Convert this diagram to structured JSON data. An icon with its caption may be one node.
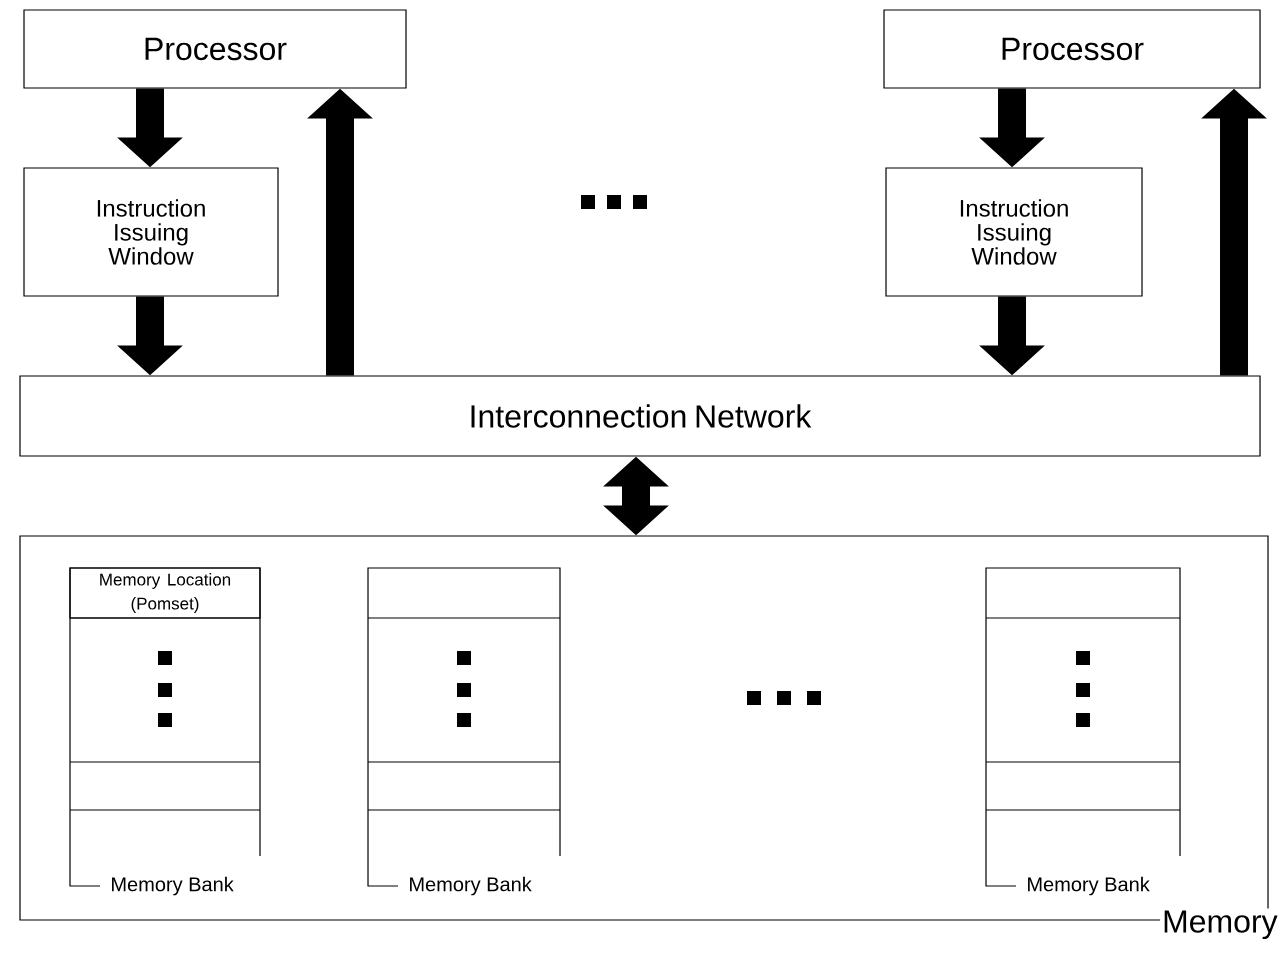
{
  "diagram": {
    "nodes": [
      {
        "text": [
          "Processor"
        ]
      },
      {
        "text": [
          "Instruction Issuing Window"
        ]
      },
      {
        "text": [
          "Processor"
        ]
      },
      {
        "text": [
          "Instruction Issuing Window"
        ]
      },
      {
        "text": [
          "Interconnection Network"
        ]
      },
      {
        "text": [
          "Memory"
        ]
      },
      {
        "text": [
          "Memory Bank"
        ],
        "in": 5
      },
      {
        "text": [
          "Memory Location (Pomset)"
        ],
        "in": 6
      },
      {
        "text": [
          "Memory Bank"
        ],
        "in": 5
      },
      {
        "text": [
          "Memory Bank"
        ],
        "in": 5
      }
    ],
    "edges": [
      {
        "from": 0,
        "to": 1,
        "arrow": "to"
      },
      {
        "from": 1,
        "to": 4,
        "arrow": "to"
      },
      {
        "from": 4,
        "to": 0,
        "arrow": "to"
      },
      {
        "from": 2,
        "to": 3,
        "arrow": "to"
      },
      {
        "from": 3,
        "to": 4,
        "arrow": "to"
      },
      {
        "from": 4,
        "to": 2,
        "arrow": "to"
      },
      {
        "from": 4,
        "to": 5,
        "arrow": "both"
      }
    ]
  }
}
